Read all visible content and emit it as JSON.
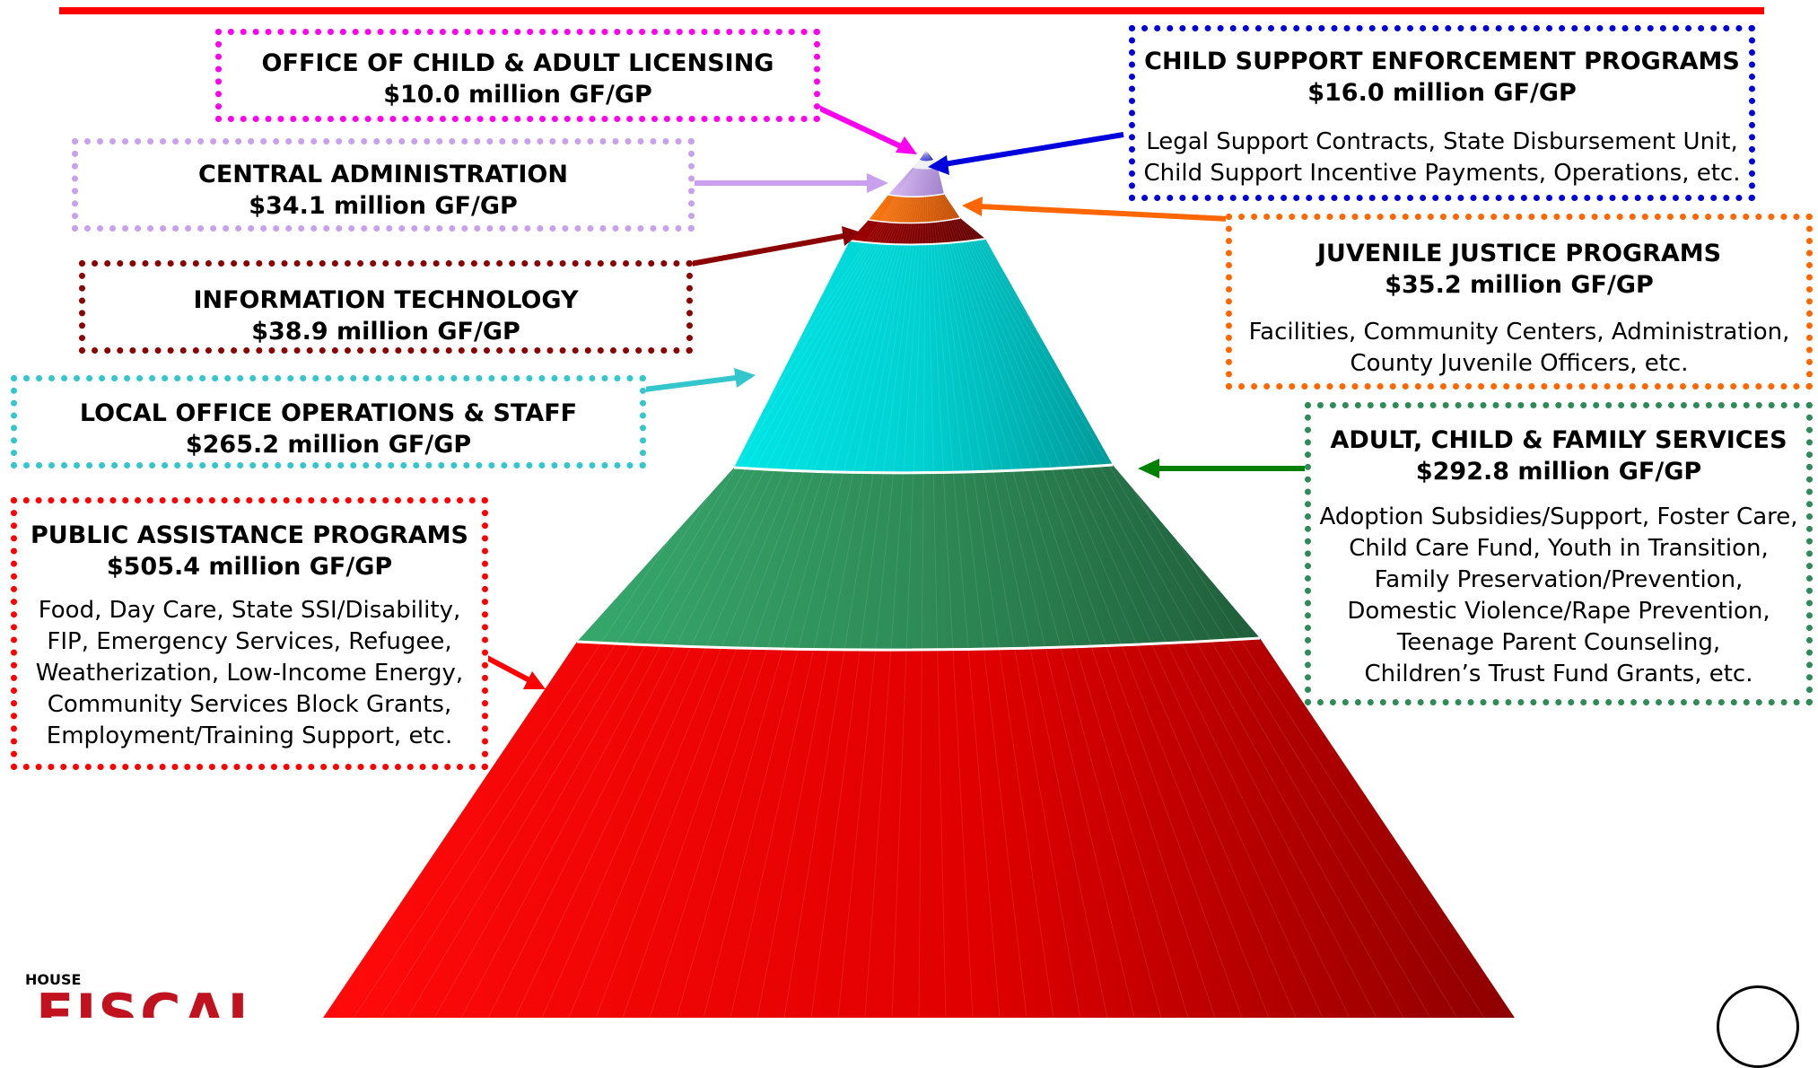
{
  "colors": {
    "top_rule": "#ff0000",
    "licensing": "#ff00ee",
    "central_admin": "#c8a0ee",
    "info_tech": "#8b0000",
    "local_office": "#33c6cc",
    "public_assistance": "#ff0000",
    "child_support": "#0000dd",
    "juvenile_justice": "#ff6600",
    "adult_child_family": "#2e8b57"
  },
  "boxes": {
    "licensing": {
      "title": "OFFICE OF CHILD & ADULT LICENSING",
      "amount": "$10.0 million GF/GP"
    },
    "central_admin": {
      "title": "CENTRAL ADMINISTRATION",
      "amount": "$34.1 million GF/GP"
    },
    "info_tech": {
      "title": "INFORMATION TECHNOLOGY",
      "amount": "$38.9 million GF/GP"
    },
    "local_office": {
      "title": "LOCAL OFFICE OPERATIONS & STAFF",
      "amount": "$265.2 million GF/GP"
    },
    "public_assistance": {
      "title": "PUBLIC ASSISTANCE PROGRAMS",
      "amount": "$505.4 million GF/GP",
      "desc": [
        "Food, Day Care, State SSI/Disability,",
        "FIP, Emergency Services, Refugee,",
        "Weatherization, Low-Income Energy,",
        "Community Services Block Grants,",
        "Employment/Training Support, etc."
      ]
    },
    "child_support": {
      "title": "CHILD SUPPORT ENFORCEMENT PROGRAMS",
      "amount": "$16.0 million GF/GP",
      "desc": [
        "Legal Support Contracts, State Disbursement Unit,",
        "Child Support Incentive Payments, Operations, etc."
      ]
    },
    "juvenile_justice": {
      "title": "JUVENILE JUSTICE PROGRAMS",
      "amount": "$35.2 million GF/GP",
      "desc": [
        "Facilities, Community Centers, Administration,",
        "County Juvenile Officers, etc."
      ]
    },
    "adult_child_family": {
      "title": "ADULT, CHILD & FAMILY SERVICES",
      "amount": "$292.8 million GF/GP",
      "desc": [
        "Adoption Subsidies/Support, Foster Care,",
        "Child Care Fund, Youth in Transition,",
        "Family Preservation/Prevention,",
        "Domestic Violence/Rape Prevention,",
        "Teenage Parent Counseling,",
        "Children’s Trust Fund Grants, etc."
      ]
    }
  },
  "logo": {
    "top": "HOUSE",
    "main": "FISCAL"
  }
}
